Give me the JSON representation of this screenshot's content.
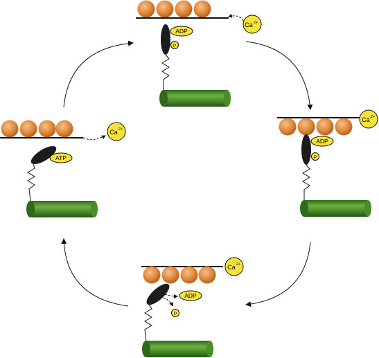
{
  "labels": {
    "adp": "ADP",
    "atp": "ATP",
    "phosphate": "P",
    "calcium": "Ca",
    "calcium_charge": "2+"
  },
  "stages": [
    {
      "id": "top",
      "nucleotide": "ADP",
      "phosphate": "bound",
      "calcium": "arriving"
    },
    {
      "id": "right",
      "nucleotide": "ADP",
      "phosphate": "bound",
      "calcium": "bound"
    },
    {
      "id": "bottom",
      "nucleotide": "ADP",
      "phosphate": "released",
      "calcium": "bound"
    },
    {
      "id": "left",
      "nucleotide": "ATP",
      "phosphate": "none",
      "calcium": "leaving"
    }
  ],
  "colors": {
    "actin_sphere": "#e08a3c",
    "thick_filament": "#3d7a26",
    "myosin_head": "#1c1c1c",
    "label_fill": "#f5e33a",
    "line": "#111111"
  }
}
